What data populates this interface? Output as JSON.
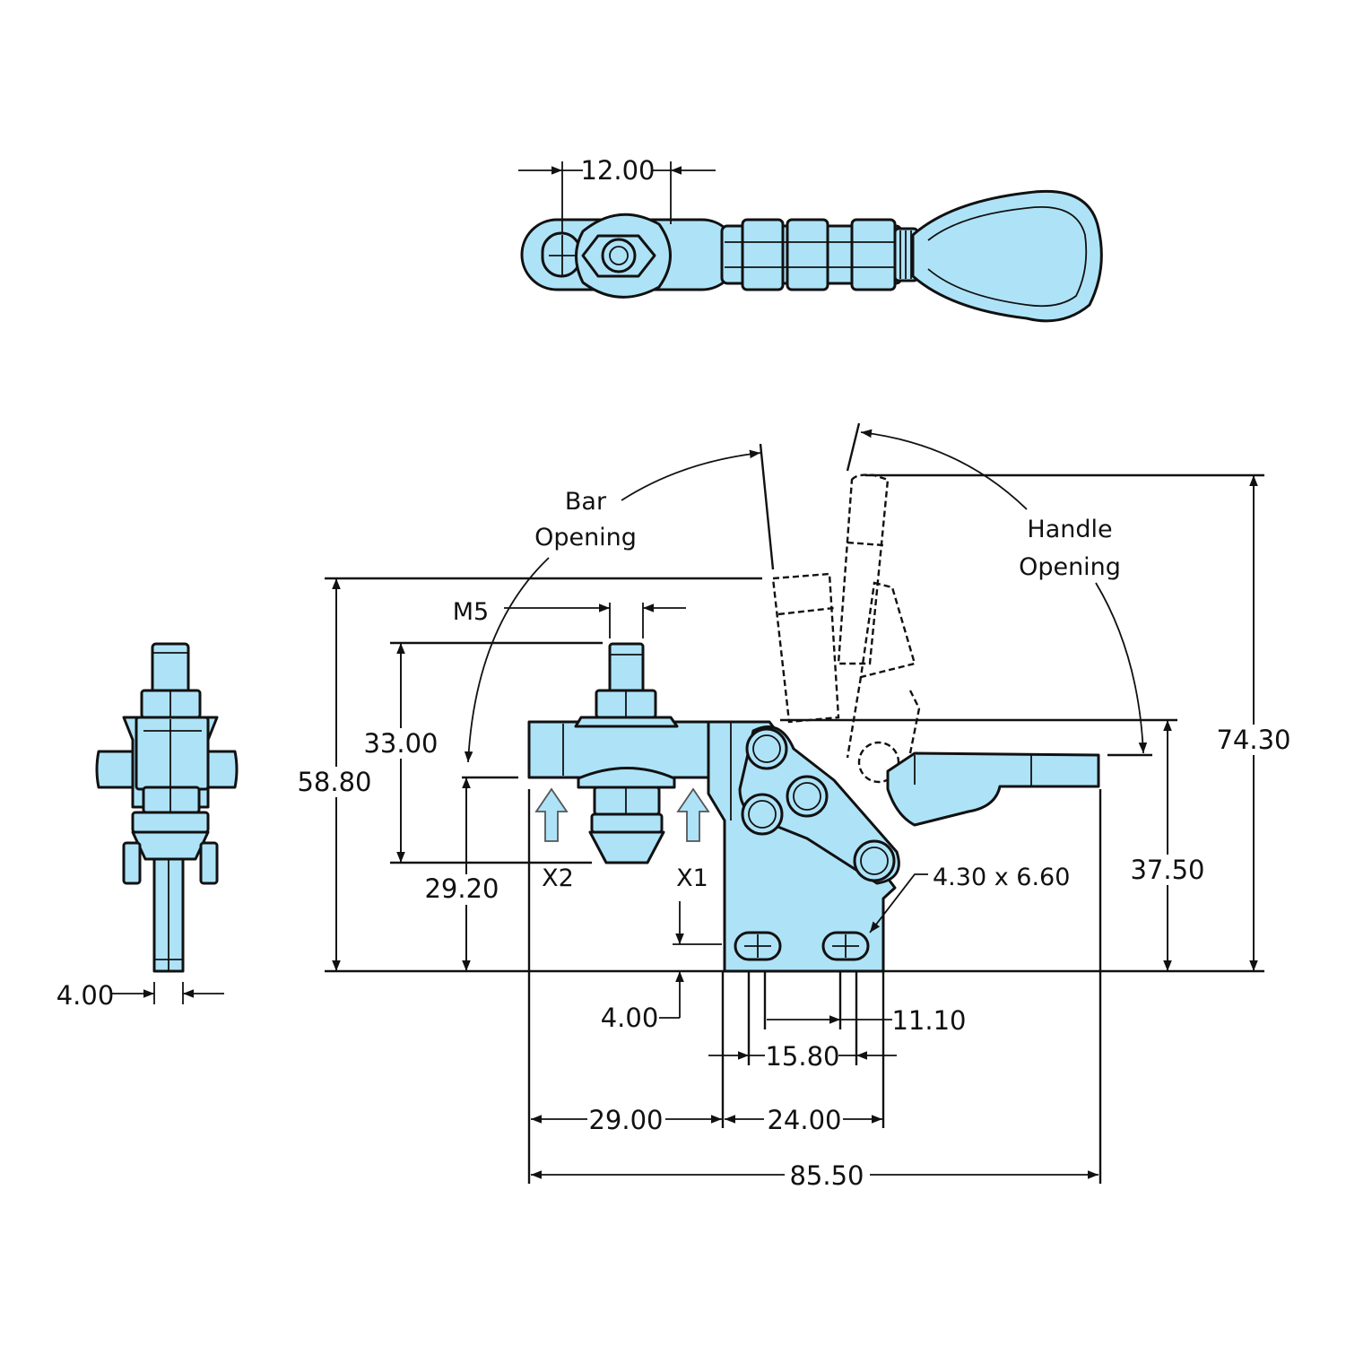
{
  "labels": {
    "bar_opening": [
      "Bar",
      "Opening"
    ],
    "handle_opening": [
      "Handle",
      "Opening"
    ],
    "x1": "X1",
    "x2": "X2",
    "m5": "M5",
    "slot": "4.30 x 6.60"
  },
  "dimensions": {
    "top_width": "12.00",
    "total_height": "74.30",
    "bar_height": "58.80",
    "stroke": "33.00",
    "spindle_height": "29.20",
    "handle_height": "37.50",
    "base_thickness": "4.00",
    "spindle_dia": "4.00",
    "slot_spacing": "11.10",
    "slot_offset": "15.80",
    "spindle_offset": "29.00",
    "base_width": "24.00",
    "overall_length": "85.50"
  },
  "colors": {
    "part_fill": "#aee3f7",
    "outline": "#111111"
  },
  "icons": [
    "force-arrow-x1-icon",
    "force-arrow-x2-icon"
  ]
}
